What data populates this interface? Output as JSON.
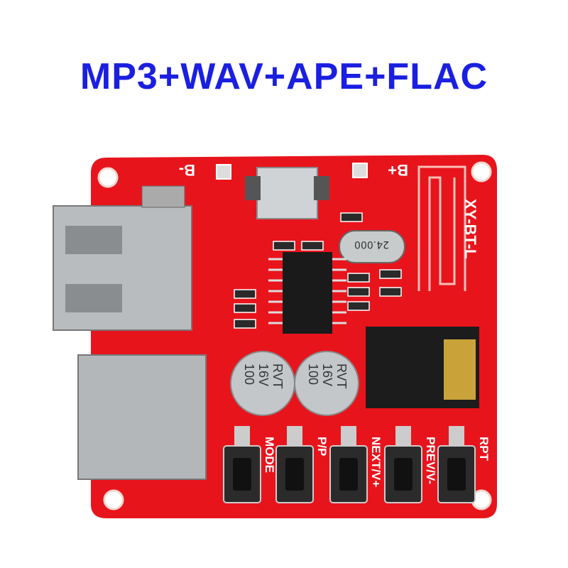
{
  "title": "MP3+WAV+APE+FLAC",
  "board": {
    "color": "#e8141c",
    "model_label": "XY-BT-L",
    "battery_negative": "B-",
    "battery_positive": "B+",
    "crystal_label": "24.000",
    "capacitors": [
      {
        "lines": [
          "100",
          "16V",
          "RVT"
        ]
      },
      {
        "lines": [
          "100",
          "16V",
          "RVT"
        ]
      }
    ],
    "buttons": [
      {
        "label": "MODE"
      },
      {
        "label": "P/P"
      },
      {
        "label": "NEXT/V+"
      },
      {
        "label": "PREV/V-"
      },
      {
        "label": "RPT"
      }
    ]
  },
  "colors": {
    "title": "#1a1fe0",
    "pcb": "#e8141c"
  }
}
